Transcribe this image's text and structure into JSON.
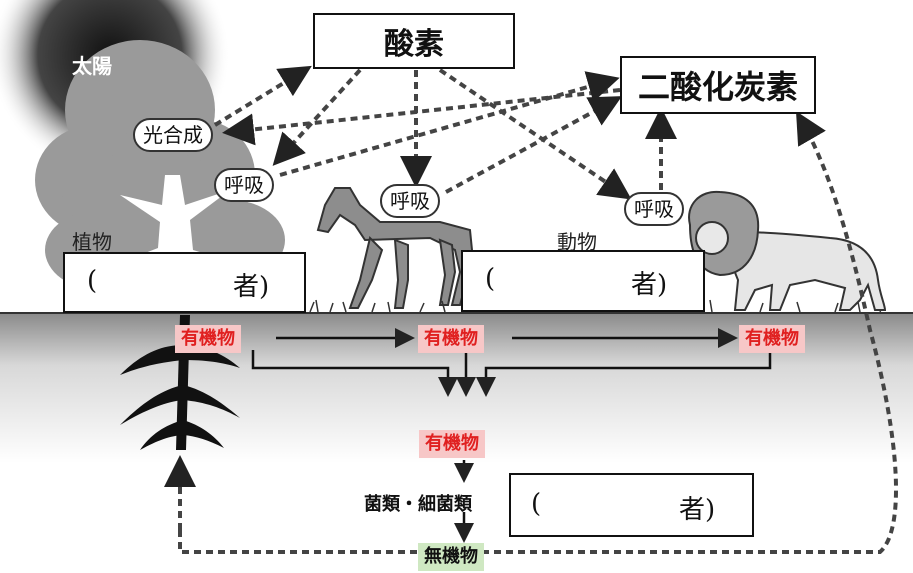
{
  "title_oxygen": "酸素",
  "title_co2": "二酸化炭素",
  "sun_label": "太陽",
  "plant_label": "植物",
  "animal_label": "動物",
  "photosynthesis": "光合成",
  "respiration": "呼吸",
  "organic": "有機物",
  "inorganic": "無機物",
  "fungi_bacteria": "菌類・細菌類",
  "blank_box": {
    "open": "(",
    "suffix": "者)"
  },
  "colors": {
    "organic_bg": "#f7c7c7",
    "organic_text": "#e02020",
    "inorganic_bg": "#cfe8c2",
    "inorganic_text": "#111111"
  }
}
